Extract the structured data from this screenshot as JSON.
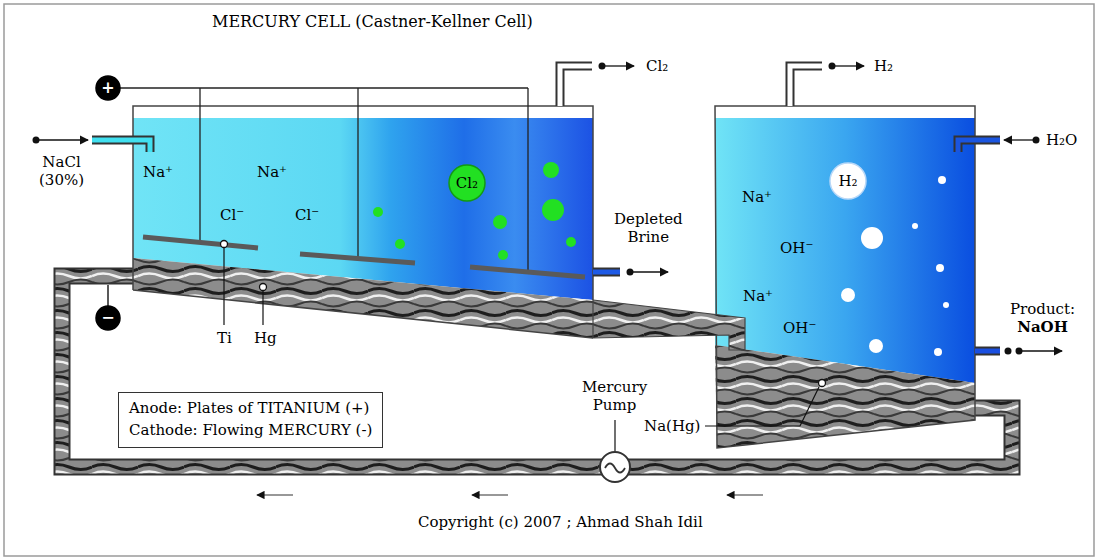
{
  "diagram": {
    "title": "MERCURY CELL (Castner-Kellner Cell)",
    "caption": "Copyright (c) 2007 ; Ahmad Shah Idil",
    "nodes": [
      {
        "text": [
          "+"
        ]
      },
      {
        "text": [
          "Cl₂"
        ]
      },
      {
        "text": [
          "H₂"
        ]
      },
      {
        "text": [
          "−"
        ]
      },
      {
        "text": [
          "Anode: Plates of TITANIUM (+)",
          "Cathode: Flowing MERCURY (-)"
        ]
      }
    ],
    "labels": [
      "Cl₂",
      "H₂",
      "NaCl (30%)",
      "H₂O",
      "Na⁺",
      "Na⁺",
      "Na⁺",
      "Cl⁻",
      "Cl⁻",
      "Depleted Brine",
      "OH⁻",
      "Na⁺",
      "Product: NaOH",
      "OH⁻",
      "Ti",
      "Hg",
      "Mercury Pump",
      "Na(Hg)"
    ]
  }
}
